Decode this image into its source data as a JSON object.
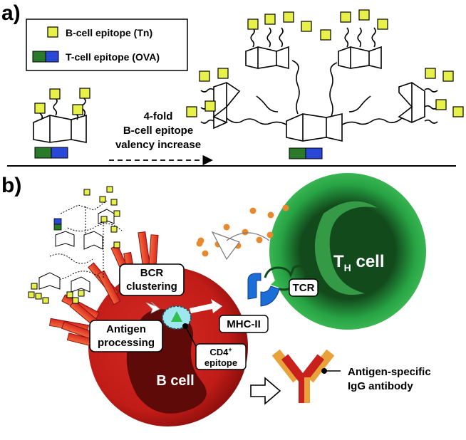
{
  "panel_a": {
    "label": "a)",
    "legend": {
      "bcell": "B-cell epitope (Tn)",
      "tcell": "T-cell epitope (OVA)"
    },
    "arrow_text": [
      "4-fold",
      "B-cell epitope",
      "valency increase"
    ]
  },
  "panel_b": {
    "label": "b)",
    "bcr_clustering": [
      "BCR",
      "clustering"
    ],
    "antigen_processing": [
      "Antigen",
      "processing"
    ],
    "mhc": "MHC-II",
    "tcr": "TCR",
    "cd4": [
      "CD4",
      "+",
      "epitope"
    ],
    "th_cell": {
      "t": "T",
      "sub": "H",
      "rest": " cell"
    },
    "b_cell": "B cell",
    "antibody": [
      "Antigen-specific",
      "IgG antibody"
    ]
  },
  "colors": {
    "epitope_yellow": "#e8f14a",
    "ova_green": "#2a7a2a",
    "ova_blue": "#2a48d8",
    "bcell_red": "#c8201c",
    "th_green": "#1e9a3a",
    "antigen_orange": "#e8892e",
    "mhc_blue": "#1b6ed8"
  }
}
